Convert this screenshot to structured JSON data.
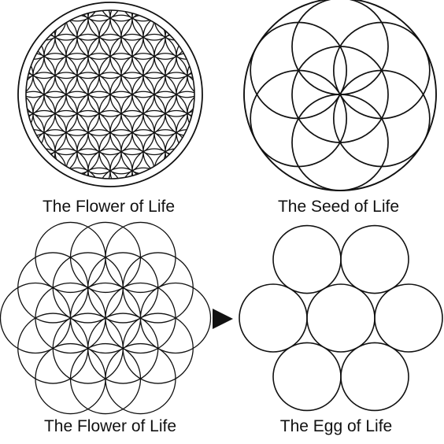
{
  "panels": [
    {
      "id": "flower-of-life-full",
      "label": "The Flower of Life"
    },
    {
      "id": "seed-of-life",
      "label": "The Seed of Life"
    },
    {
      "id": "flower-of-life-open",
      "label": "The Flower of Life"
    },
    {
      "id": "egg-of-life",
      "label": "The Egg of Life"
    }
  ],
  "arrow": {
    "symbol": "▶"
  },
  "colors": {
    "stroke": "#111111",
    "background": "#ffffff"
  }
}
